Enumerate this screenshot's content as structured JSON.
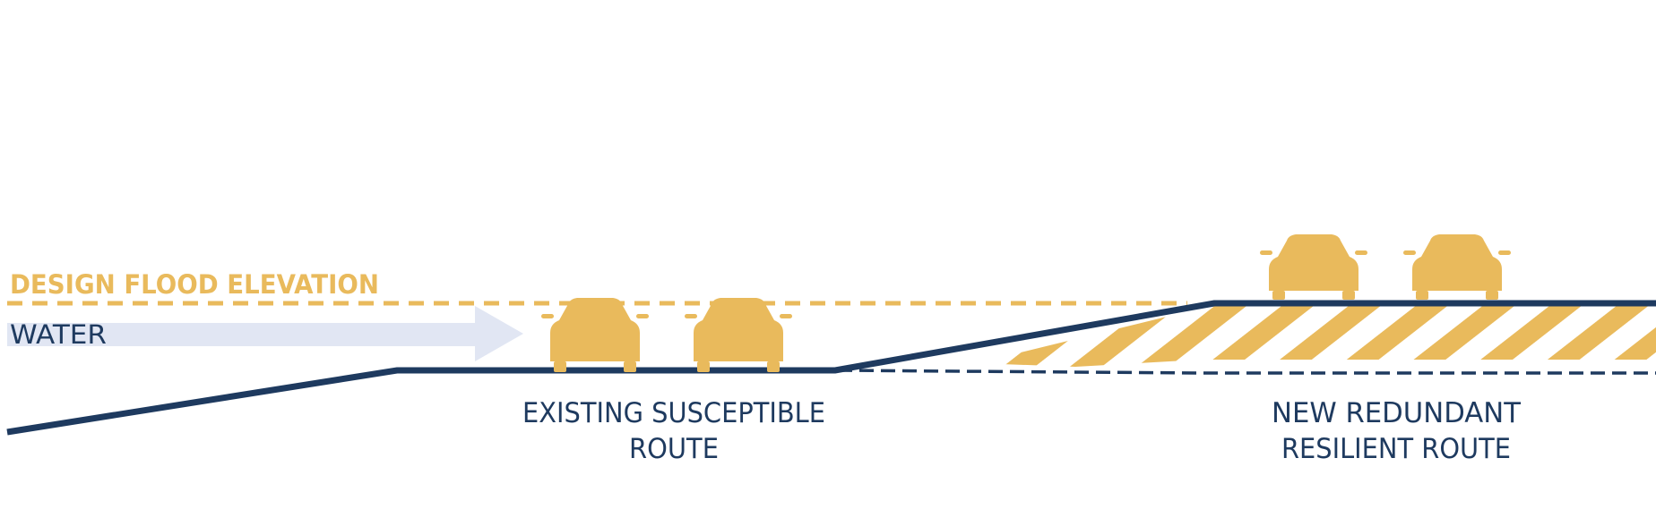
{
  "labels": {
    "flood_elevation": "DESIGN FLOOD ELEVATION",
    "water": "WATER",
    "existing_route_line1": "EXISTING SUSCEPTIBLE",
    "existing_route_line2": "ROUTE",
    "new_route_line1": "NEW REDUNDANT",
    "new_route_line2": "RESILIENT ROUTE"
  },
  "icons": {
    "vehicle": "car-front-icon",
    "flow": "arrow-right-icon"
  },
  "colors": {
    "road": "#1E3A5F",
    "flood": "#E9BA5C",
    "water": "#E1E6F3",
    "background": "#FFFFFF"
  }
}
